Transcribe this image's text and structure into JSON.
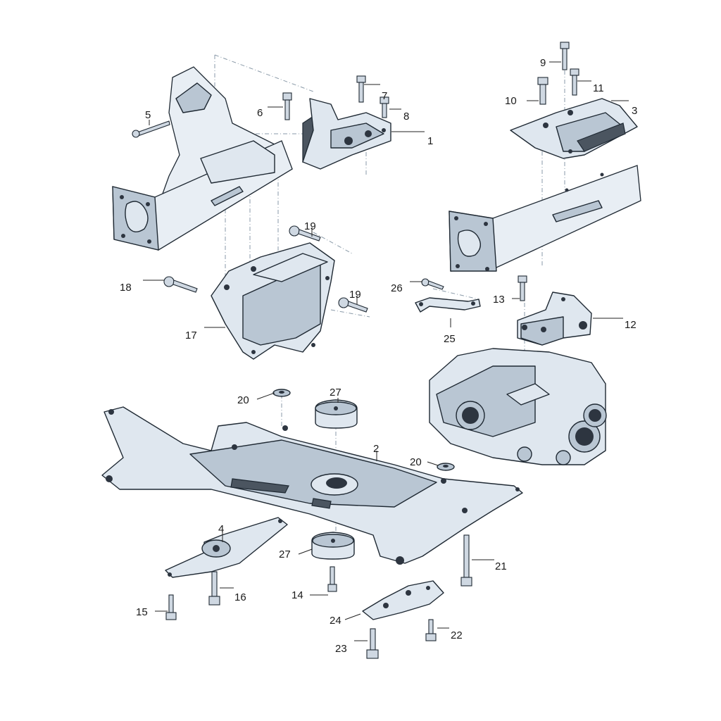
{
  "callouts": {
    "c1": "1",
    "c2": "2",
    "c3": "3",
    "c4": "4",
    "c5": "5",
    "c6": "6",
    "c7": "7",
    "c8": "8",
    "c9": "9",
    "c10": "10",
    "c11": "11",
    "c12": "12",
    "c13": "13",
    "c14": "14",
    "c15": "15",
    "c16": "16",
    "c17": "17",
    "c18": "18",
    "c19a": "19",
    "c19b": "19",
    "c20a": "20",
    "c20b": "20",
    "c21": "21",
    "c22": "22",
    "c23": "23",
    "c24": "24",
    "c25": "25",
    "c26": "26",
    "c27a": "27",
    "c27b": "27"
  },
  "colors": {
    "part_fill": "#dfe7ef",
    "outline": "#1f2933",
    "dash": "#8a9aa8",
    "label": "#1a1a1a"
  }
}
